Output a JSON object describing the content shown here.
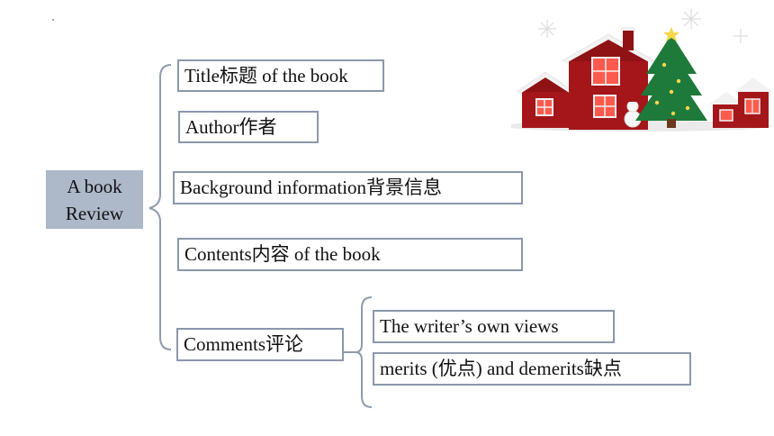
{
  "diagram": {
    "root": {
      "line1": "A book",
      "line2": "Review"
    },
    "nodes": [
      "Title标题 of the book",
      "Author作者",
      "Background information背景信息",
      "Contents内容 of the book",
      "Comments评论"
    ],
    "sub_nodes": [
      "The writer’s own views",
      "merits (优点) and demerits缺点"
    ]
  },
  "decoration": {
    "illustration": "christmas-houses-and-tree",
    "colors": {
      "house": "#a4161a",
      "roof_snow": "#f2f2f2",
      "tree": "#1e7a3a",
      "box_border": "#8c97aa",
      "root_fill": "#adb8c9",
      "connector": "#8f9bae"
    }
  }
}
